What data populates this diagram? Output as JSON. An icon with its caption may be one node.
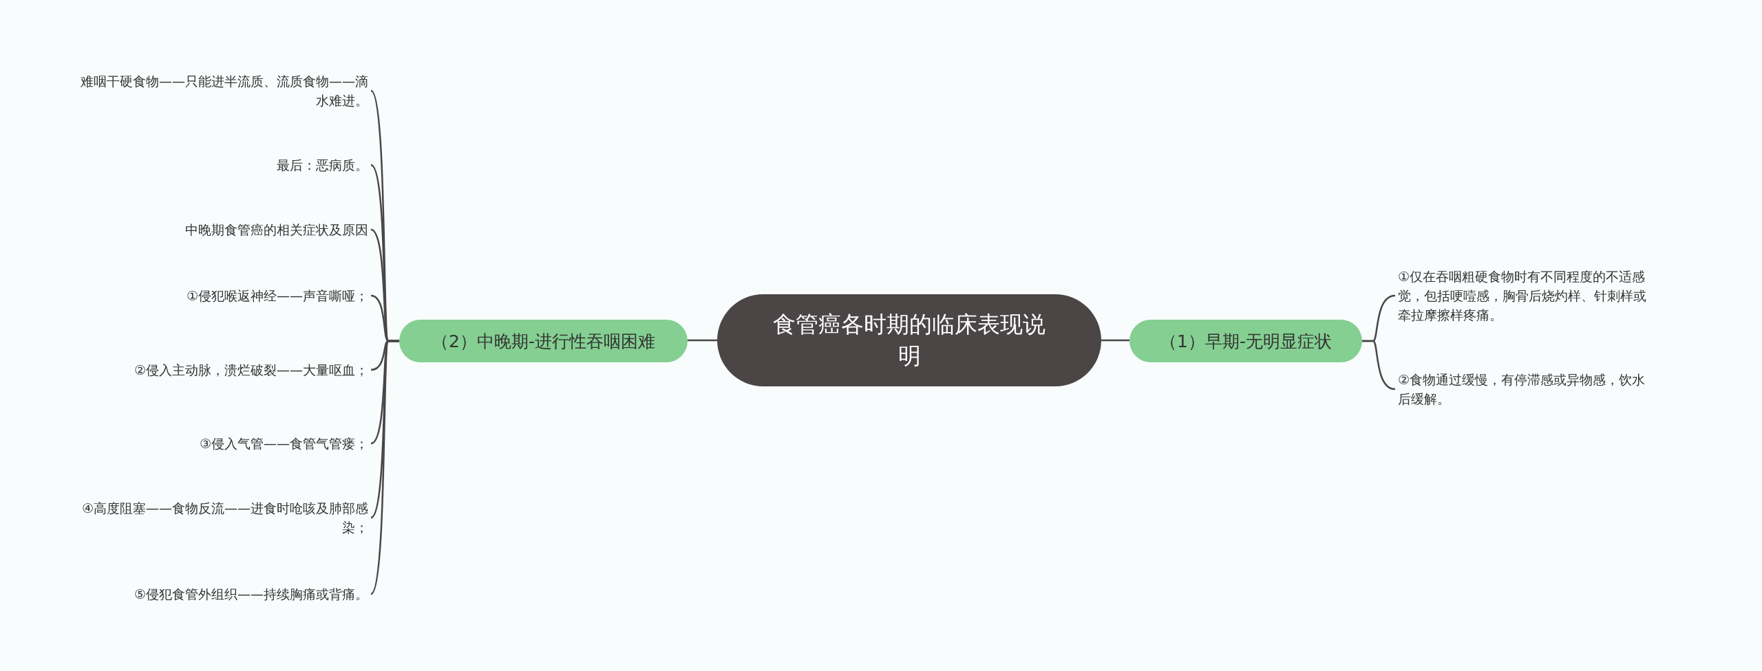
{
  "diagram": {
    "nodes": [
      {
        "text": [
          "食管癌各时期的临床表现说明"
        ]
      },
      {
        "text": [
          "（1）早期-无明显症状"
        ]
      },
      {
        "text": [
          "①仅在吞咽粗硬食物时有不同程度的不适感觉，包括哽噎感，胸骨后烧灼样、针刺样或牵拉摩擦样疼痛。"
        ]
      },
      {
        "text": [
          "②食物通过缓慢，有停滞感或异物感，饮水后缓解。"
        ]
      },
      {
        "text": [
          "（2）中晚期-进行性吞咽困难"
        ]
      },
      {
        "text": [
          "难咽干硬食物——只能进半流质、流质食物——滴水难进。"
        ]
      },
      {
        "text": [
          "最后：恶病质。"
        ]
      },
      {
        "text": [
          "中晚期食管癌的相关症状及原因"
        ]
      },
      {
        "text": [
          "①侵犯喉返神经——声音嘶哑；"
        ]
      },
      {
        "text": [
          "②侵入主动脉，溃烂破裂——大量呕血；"
        ]
      },
      {
        "text": [
          "③侵入气管——食管气管瘘；"
        ]
      },
      {
        "text": [
          "④高度阻塞——食物反流——进食时呛咳及肺部感染；"
        ]
      },
      {
        "text": [
          "⑤侵犯食管外组织——持续胸痛或背痛。"
        ]
      }
    ],
    "edges": [
      {
        "from": 0,
        "to": 1,
        "arrow": "none"
      },
      {
        "from": 1,
        "to": 2,
        "arrow": "none"
      },
      {
        "from": 1,
        "to": 3,
        "arrow": "none"
      },
      {
        "from": 0,
        "to": 4,
        "arrow": "none"
      },
      {
        "from": 4,
        "to": 5,
        "arrow": "none"
      },
      {
        "from": 4,
        "to": 6,
        "arrow": "none"
      },
      {
        "from": 4,
        "to": 7,
        "arrow": "none"
      },
      {
        "from": 4,
        "to": 8,
        "arrow": "none"
      },
      {
        "from": 4,
        "to": 9,
        "arrow": "none"
      },
      {
        "from": 4,
        "to": 10,
        "arrow": "none"
      },
      {
        "from": 4,
        "to": 11,
        "arrow": "none"
      },
      {
        "from": 4,
        "to": 12,
        "arrow": "none"
      }
    ]
  }
}
